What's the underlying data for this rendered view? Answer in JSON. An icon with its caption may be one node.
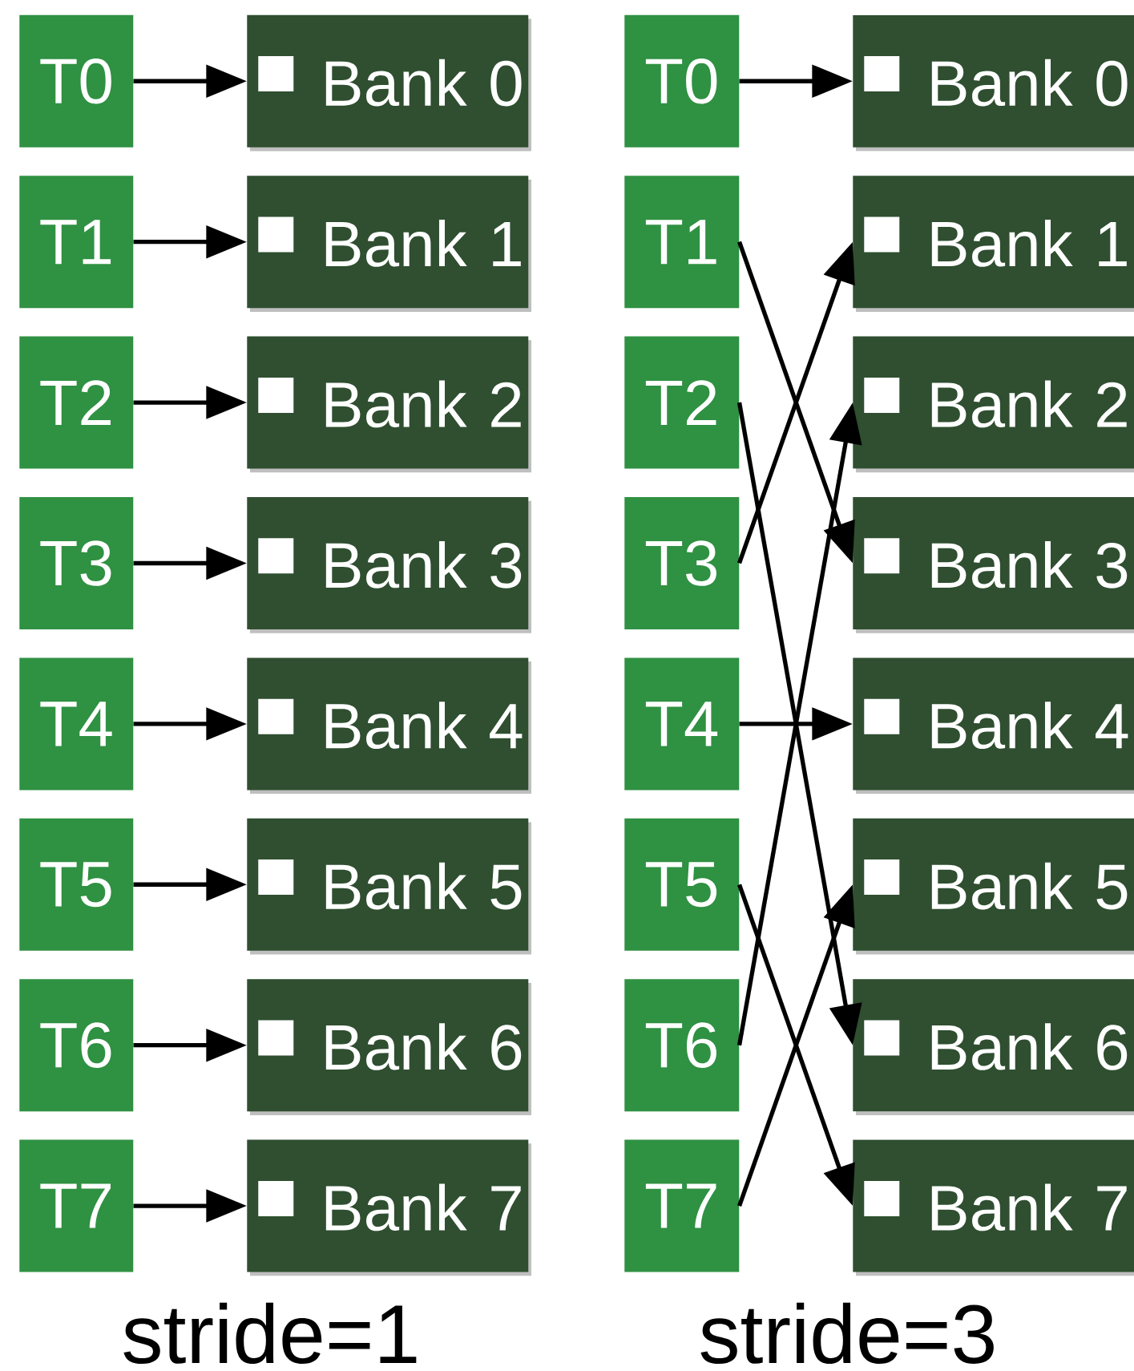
{
  "diagram": {
    "nodes": [
      {
        "text": [
          "T0"
        ]
      },
      {
        "text": [
          "Bank 0"
        ]
      },
      {
        "text": [
          "T1"
        ]
      },
      {
        "text": [
          "Bank 1"
        ]
      },
      {
        "text": [
          "T2"
        ]
      },
      {
        "text": [
          "Bank 2"
        ]
      },
      {
        "text": [
          "T3"
        ]
      },
      {
        "text": [
          "Bank 3"
        ]
      },
      {
        "text": [
          "T4"
        ]
      },
      {
        "text": [
          "Bank 4"
        ]
      },
      {
        "text": [
          "T5"
        ]
      },
      {
        "text": [
          "Bank 5"
        ]
      },
      {
        "text": [
          "T6"
        ]
      },
      {
        "text": [
          "Bank 6"
        ]
      },
      {
        "text": [
          "T7"
        ]
      },
      {
        "text": [
          "Bank 7"
        ]
      },
      {
        "text": [
          "T0"
        ]
      },
      {
        "text": [
          "Bank 0"
        ]
      },
      {
        "text": [
          "T1"
        ]
      },
      {
        "text": [
          "Bank 1"
        ]
      },
      {
        "text": [
          "T2"
        ]
      },
      {
        "text": [
          "Bank 2"
        ]
      },
      {
        "text": [
          "T3"
        ]
      },
      {
        "text": [
          "Bank 3"
        ]
      },
      {
        "text": [
          "T4"
        ]
      },
      {
        "text": [
          "Bank 4"
        ]
      },
      {
        "text": [
          "T5"
        ]
      },
      {
        "text": [
          "Bank 5"
        ]
      },
      {
        "text": [
          "T6"
        ]
      },
      {
        "text": [
          "Bank 6"
        ]
      },
      {
        "text": [
          "T7"
        ]
      },
      {
        "text": [
          "Bank 7"
        ]
      }
    ],
    "edges": [
      {
        "from": 0,
        "to": 1,
        "arrow": "to"
      },
      {
        "from": 2,
        "to": 3,
        "arrow": "to"
      },
      {
        "from": 4,
        "to": 5,
        "arrow": "to"
      },
      {
        "from": 6,
        "to": 7,
        "arrow": "to"
      },
      {
        "from": 8,
        "to": 9,
        "arrow": "to"
      },
      {
        "from": 10,
        "to": 11,
        "arrow": "to"
      },
      {
        "from": 12,
        "to": 13,
        "arrow": "to"
      },
      {
        "from": 14,
        "to": 15,
        "arrow": "to"
      },
      {
        "from": 16,
        "to": 17,
        "arrow": "to"
      },
      {
        "from": 18,
        "to": 23,
        "arrow": "to"
      },
      {
        "from": 20,
        "to": 29,
        "arrow": "to"
      },
      {
        "from": 22,
        "to": 19,
        "arrow": "to"
      },
      {
        "from": 24,
        "to": 25,
        "arrow": "to"
      },
      {
        "from": 26,
        "to": 31,
        "arrow": "to"
      },
      {
        "from": 28,
        "to": 21,
        "arrow": "to"
      },
      {
        "from": 30,
        "to": 27,
        "arrow": "to"
      }
    ],
    "labels": [
      "stride=1",
      "stride=3"
    ]
  }
}
